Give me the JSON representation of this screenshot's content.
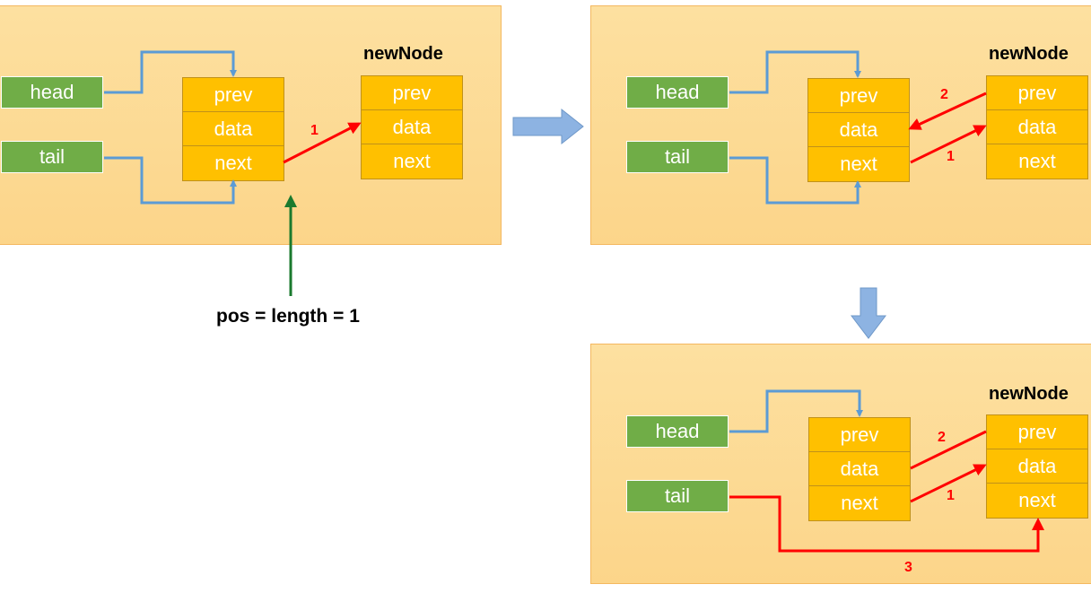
{
  "labels": {
    "head": "head",
    "tail": "tail",
    "prev": "prev",
    "data": "data",
    "next": "next",
    "new_node": "newNode",
    "pos_condition": "pos = length = 1"
  },
  "steps": {
    "one": "1",
    "two": "2",
    "three": "3"
  },
  "colors": {
    "panel_fill": "#fcd58a",
    "pointer_fill": "#70ad47",
    "node_fill": "#ffc000",
    "pointer_link": "#5b9bd5",
    "new_link": "#ff0000",
    "position_arrow": "#1a7a2e",
    "flow_arrow": "#8db3e2"
  }
}
